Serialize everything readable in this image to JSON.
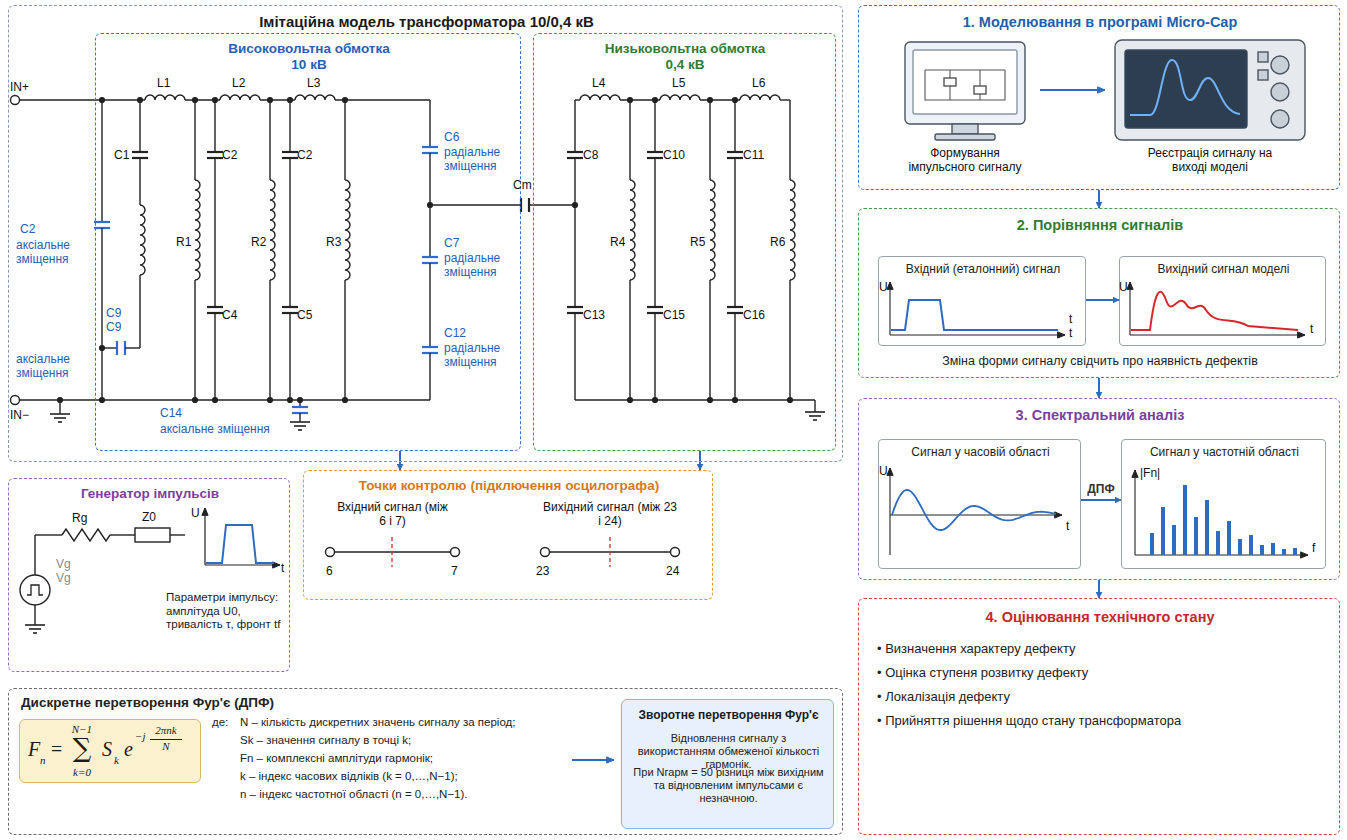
{
  "diagram": {
    "nodes": [
      {
        "text": [
          "Імітаційна модель трансформатора 10/0,4 кВ"
        ]
      },
      {
        "text": [
          "Високовольтна обмотка 10 кВ"
        ],
        "in": 0
      },
      {
        "text": [
          "Низьковольтна обмотка 0,4 кВ"
        ],
        "in": 0
      },
      {
        "text": [
          "Генератор імпульсів",
          "Параметри імпульсу: амплітуда U0, тривалість τ, фронт tf"
        ]
      },
      {
        "text": [
          "Точки контролю (підключення осцилографа)"
        ]
      },
      {
        "text": [
          "Дискретне перетворення Фур'є (ДПФ)"
        ]
      },
      {
        "text": [
          "F",
          "n",
          "=",
          "N−1",
          "∑",
          "k=0",
          "S",
          "k",
          "e",
          "−j",
          "2πnk",
          "N"
        ],
        "in": 5
      },
      {
        "text": [
          "Зворотне перетворення Фур'є",
          "Відновлення сигналу з використанням обмеженої кількості гармонік.",
          "При Nгарм = 50 різниця між вихідним та відновленим імпульсами є незначною."
        ],
        "in": 5
      },
      {
        "text": [
          "1. Моделювання в програмі Micro-Cap"
        ]
      },
      {
        "text": [
          "2. Порівняння сигналів",
          "Зміна форми сигналу свідчить про наявність дефектів"
        ]
      },
      {
        "text": [
          "Вхідний (еталонний) сигнал"
        ],
        "in": 9
      },
      {
        "text": [
          "Вихідний сигнал моделі"
        ],
        "in": 9
      },
      {
        "text": [
          "3. Спектральний аналіз"
        ]
      },
      {
        "text": [
          "Сигнал у часовій області"
        ],
        "in": 12
      },
      {
        "text": [
          "Сигнал у частотній області"
        ],
        "in": 12
      },
      {
        "text": [
          "4. Оцінювання технічного стану",
          "• Визначення характеру дефекту",
          "• Оцінка ступеня розвитку дефекту",
          "• Локалізація дефекту",
          "• Прийняття рішення щодо стану трансформатора"
        ]
      }
    ],
    "edges": [
      {
        "from": 1,
        "to": 4,
        "arrow": "to"
      },
      {
        "from": 2,
        "to": 4,
        "arrow": "to"
      },
      {
        "from": 8,
        "to": 9,
        "arrow": "to"
      },
      {
        "from": 9,
        "to": 12,
        "arrow": "to"
      },
      {
        "from": 12,
        "to": 15,
        "arrow": "to"
      },
      {
        "from": 10,
        "to": 11,
        "arrow": "to"
      },
      {
        "from": 13,
        "to": 14,
        "label": "ДПФ",
        "arrow": "to"
      }
    ],
    "labels": [
      "IN+",
      "IN−",
      "L1",
      "L2",
      "L3",
      "C1",
      "C2",
      "C2",
      "C2",
      "аксіальне зміщення",
      "C9",
      "C9",
      "аксіальне зміщення",
      "R1",
      "R2",
      "R3",
      "C4",
      "C5",
      "C6",
      "радіальне зміщення",
      "C7",
      "радіальне зміщення",
      "C12",
      "радіальне зміщення",
      "Cm",
      "C14",
      "аксіальне зміщення",
      "L4",
      "L5",
      "L6",
      "C8",
      "C10",
      "C11",
      "R4",
      "R5",
      "R6",
      "C13",
      "C15",
      "C16",
      "Rg",
      "Z0",
      "Vg",
      "Vg",
      "U",
      "t",
      "Вхідний сигнал (між 6 і 7)",
      "6",
      "7",
      "Вихідний сигнал (між 23 і 24)",
      "23",
      "24",
      "Формування імпульсного сигналу",
      "Реєстрація сигналу на виході моделі",
      "U",
      "t",
      "t",
      "U",
      "t",
      "U",
      "t",
      "|Fn|",
      "f",
      "де:",
      "N – кількість дискретних значень сигналу за період;",
      "Sk – значення сигналу в точці k;",
      "Fn – комплексні амплітуди гармонік;",
      "k – індекс часових відліків (k = 0,…,N−1);",
      "n – індекс частотної області (n = 0,…,N−1)."
    ]
  }
}
